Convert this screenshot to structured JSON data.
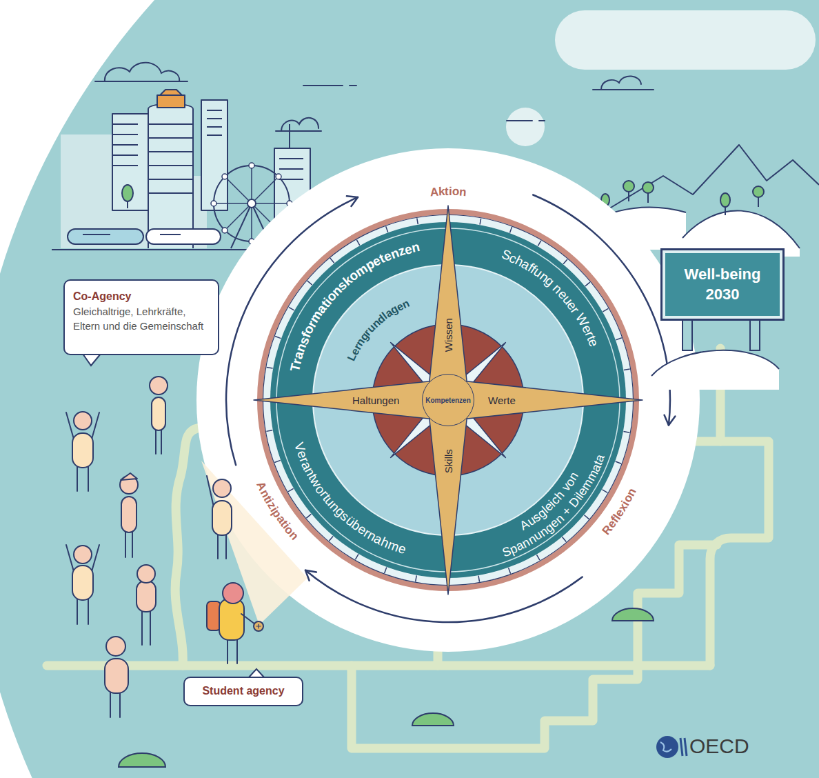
{
  "diagram": {
    "nodes": [
      {
        "text": [
          "Co-Agency",
          "Gleichaltrige, Lehrkräfte, Eltern und die Gemeinschaft"
        ]
      },
      {
        "text": [
          "Transformationskompetenzen",
          "Schaffung neuer Werte",
          "Ausgleich von Spannungen + Dilemmata",
          "Verantwortungsübernahme"
        ]
      },
      {
        "text": [
          "Lerngrundlagen"
        ],
        "in": 1
      },
      {
        "text": [
          "Wissen"
        ]
      },
      {
        "text": [
          "Haltungen"
        ]
      },
      {
        "text": [
          "Werte"
        ]
      },
      {
        "text": [
          "Skills"
        ]
      },
      {
        "text": [
          "Kompetenzen"
        ],
        "in": 2
      },
      {
        "text": [
          "Well-being 2030"
        ]
      },
      {
        "text": [
          "Student agency"
        ]
      }
    ],
    "labels": [
      "Aktion",
      "Reflexion",
      "Antizipation",
      "OECD"
    ]
  }
}
